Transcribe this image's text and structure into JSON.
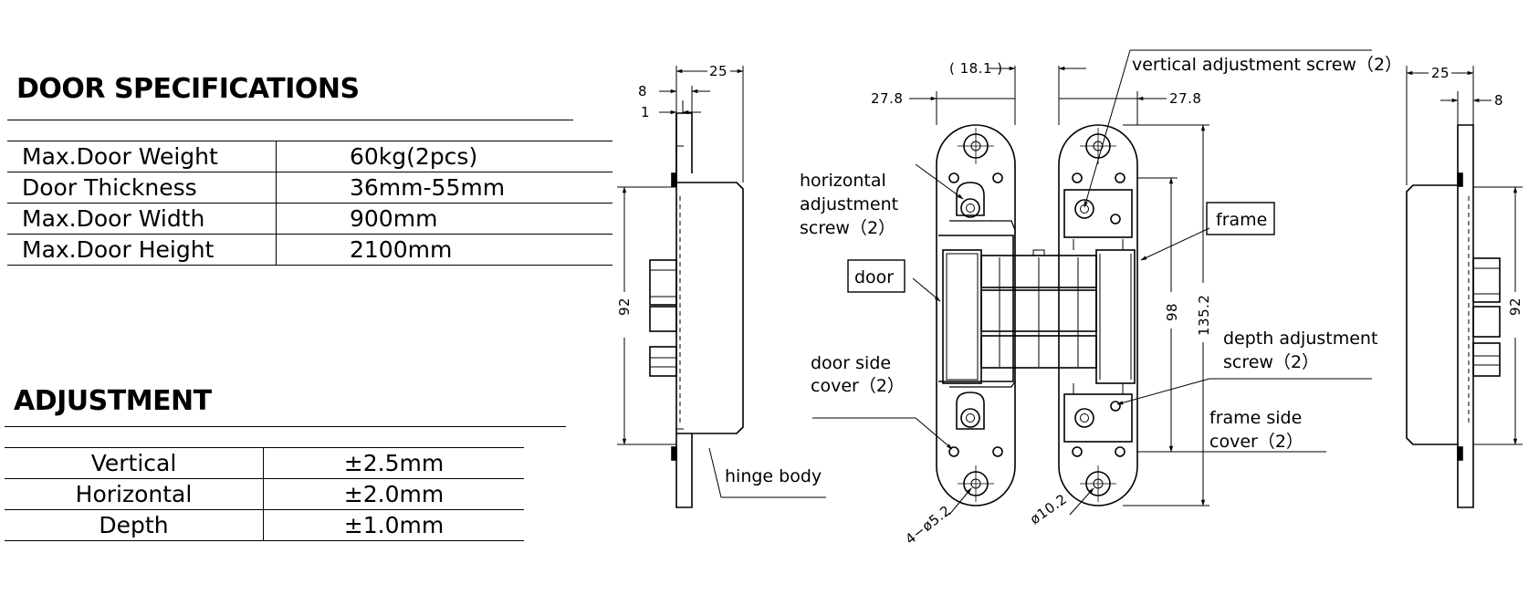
{
  "door_specifications": {
    "title": "DOOR SPECIFICATIONS",
    "rows": [
      {
        "label": "Max.Door Weight",
        "value": "60kg(2pcs)"
      },
      {
        "label": "Door Thickness",
        "value": "36mm-55mm"
      },
      {
        "label": "Max.Door Width",
        "value": "900mm"
      },
      {
        "label": "Max.Door Height",
        "value": "2100mm"
      }
    ]
  },
  "adjustment": {
    "title": "ADJUSTMENT",
    "rows": [
      {
        "label": "Vertical",
        "value": "±2.5mm"
      },
      {
        "label": "Horizontal",
        "value": "±2.0mm"
      },
      {
        "label": "Depth",
        "value": "±1.0mm"
      }
    ]
  },
  "drawing": {
    "labels": {
      "vertical_screw": "vertical adjustment screw（2）",
      "horizontal_screw_1": "horizontal",
      "horizontal_screw_2": "adjustment",
      "horizontal_screw_3": "screw（2）",
      "frame": "frame",
      "door": "door",
      "depth_screw_1": "depth adjustment",
      "depth_screw_2": "screw（2）",
      "door_side_cover_1": "door side",
      "door_side_cover_2": "cover（2）",
      "frame_side_cover_1": "frame side",
      "frame_side_cover_2": "cover（2）",
      "hinge_body": "hinge body"
    },
    "dimensions": {
      "left_width": "25",
      "left_offset_8": "8",
      "left_offset_1": "1",
      "left_height": "92",
      "center_gap": "( 18.1 )",
      "center_left_width": "27.8",
      "center_right_width": "27.8",
      "height_98": "98",
      "height_135": "135.2",
      "hole_small": "4−ø5.2",
      "hole_large": "ø10.2",
      "right_width": "25",
      "right_offset_8": "8",
      "right_height": "92"
    }
  }
}
